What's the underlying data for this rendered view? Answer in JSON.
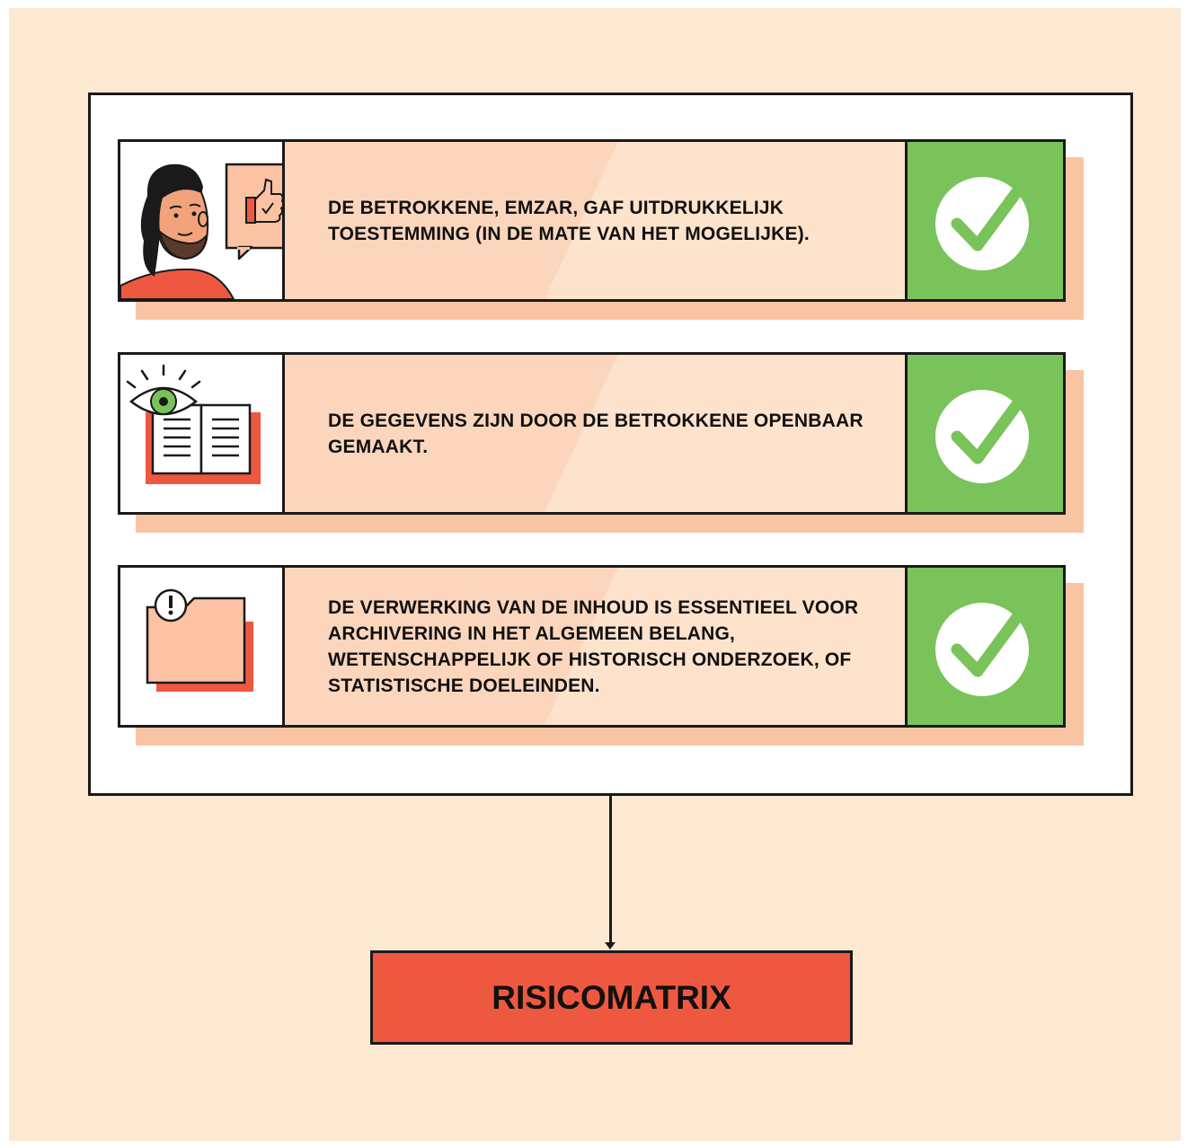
{
  "conditions": [
    {
      "icon": "person-thumbs-up-icon",
      "text": "DE BETROKKENE, EMZAR, GAF UITDRUKKELIJK TOESTEMMING (IN DE MATE VAN HET MOGELIJKE).",
      "status": "check-icon"
    },
    {
      "icon": "eye-open-book-icon",
      "text": "DE GEGEVENS ZIJN DOOR DE BETROKKENE OPENBAAR GEMAAKT.",
      "status": "check-icon"
    },
    {
      "icon": "folder-alert-icon",
      "text": "DE VERWERKING VAN DE INHOUD IS ESSENTIEEL VOOR ARCHIVERING IN HET ALGEMEEN BELANG, WETENSCHAPPELIJK OF HISTORISCH ONDERZOEK, OF STATISTISCHE DOELEINDEN.",
      "status": "check-icon"
    }
  ],
  "result": {
    "label": "RISICOMATRIX"
  },
  "colors": {
    "background": "#fde8d2",
    "row_fill": "#fbd6bd",
    "row_shadow": "#f9c4a3",
    "check_green": "#7ac35a",
    "result_red": "#ef5840",
    "outline": "#1a1a1a"
  }
}
